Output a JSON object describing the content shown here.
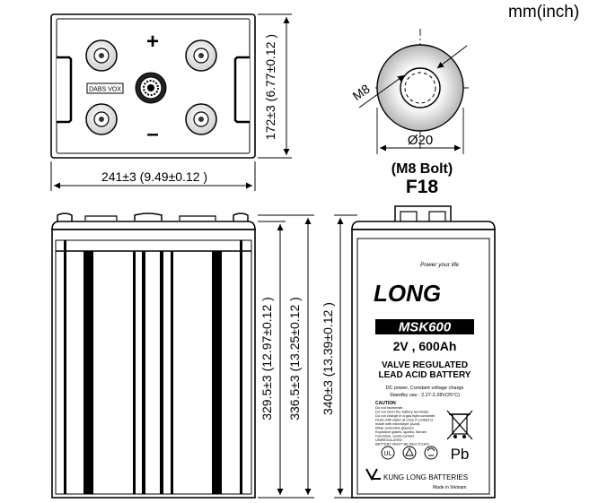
{
  "units": "mm(inch)",
  "top_view": {
    "plus": "+",
    "minus": "–",
    "label_tag": "DABS VOX",
    "width_dim": "241±3 (9.49±0.12 )",
    "depth_dim": "172±3 (6.77±0.12 )"
  },
  "terminal": {
    "thread": "M8",
    "diameter": "Ø20",
    "bolt": "(M8 Bolt)",
    "type": "F18"
  },
  "side_view": {
    "height_a": "329.5±3 (12.97±0.12 )",
    "height_b": "336.5±3 (13.25±0.12 )"
  },
  "front_view": {
    "height_total": "340±3 (13.39±0.12 )",
    "tagline": "Power your life",
    "brand": "LONG",
    "model": "MSK600",
    "rating": "2V , 600Ah",
    "desc_1": "VALVE  REGULATED",
    "desc_2": "LEAD ACID BATTERY",
    "charge_1": "DC power, Constant voltage charge",
    "charge_2": "Standby use : 2.27-2.28V(25°C)",
    "caution_title": "CAUTION",
    "caution_lines": [
      "Do not incinerate.",
      "Do not short the battery terminals.",
      "Do not charge in a gas tight container.",
      "Flush with water at once if contact is",
      "made with electrolyte (Acid).",
      "Wear protective glasses",
      "Explosive gases, sparks, flames",
      "Corrosive, avoid contact.",
      "UNREGULATED",
      "BATTERY MUST BE RECYCLED"
    ],
    "recycle_symbol": "Pb",
    "maker": "KUNG LONG BATTERIES",
    "made_in": "Made in Vietnam"
  }
}
